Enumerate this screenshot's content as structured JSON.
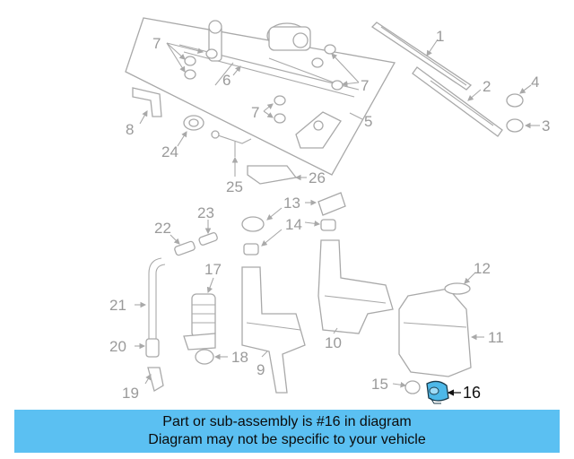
{
  "callouts": [
    {
      "id": "1",
      "text": "1"
    },
    {
      "id": "2",
      "text": "2"
    },
    {
      "id": "3",
      "text": "3"
    },
    {
      "id": "4",
      "text": "4"
    },
    {
      "id": "5",
      "text": "5"
    },
    {
      "id": "6",
      "text": "6"
    },
    {
      "id": "7a",
      "text": "7"
    },
    {
      "id": "7b",
      "text": "7"
    },
    {
      "id": "7c",
      "text": "7"
    },
    {
      "id": "8",
      "text": "8"
    },
    {
      "id": "9",
      "text": "9"
    },
    {
      "id": "10",
      "text": "10"
    },
    {
      "id": "11",
      "text": "11"
    },
    {
      "id": "12",
      "text": "12"
    },
    {
      "id": "13",
      "text": "13"
    },
    {
      "id": "14",
      "text": "14"
    },
    {
      "id": "15",
      "text": "15"
    },
    {
      "id": "16",
      "text": "16"
    },
    {
      "id": "17",
      "text": "17"
    },
    {
      "id": "18",
      "text": "18"
    },
    {
      "id": "19",
      "text": "19"
    },
    {
      "id": "20",
      "text": "20"
    },
    {
      "id": "21",
      "text": "21"
    },
    {
      "id": "22",
      "text": "22"
    },
    {
      "id": "23",
      "text": "23"
    },
    {
      "id": "24",
      "text": "24"
    },
    {
      "id": "25",
      "text": "25"
    },
    {
      "id": "26",
      "text": "26"
    }
  ],
  "highlighted_part": "16",
  "colors": {
    "highlight_fill": "#4db8e8",
    "banner_bg": "#5bc0f2",
    "line": "#a9a9a9",
    "label": "#9a9a9a"
  },
  "banner": {
    "line1": "Part or sub-assembly is #16 in diagram",
    "line2": "Diagram may not be specific to your vehicle"
  }
}
